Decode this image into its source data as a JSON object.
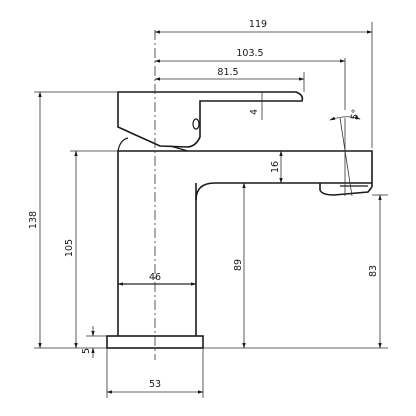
{
  "drawing": {
    "subject": "basin mixer tap side elevation",
    "dimensions": {
      "overall_length": "119",
      "spout_reach": "103.5",
      "lever_length": "81.5",
      "lever_height": "4",
      "spout_angle": "5°",
      "spout_thickness": "16",
      "overall_height": "138",
      "body_height": "105",
      "spout_underside_height": "89",
      "outlet_height": "83",
      "body_width": "46",
      "base_thickness": "5",
      "base_width": "53"
    }
  }
}
